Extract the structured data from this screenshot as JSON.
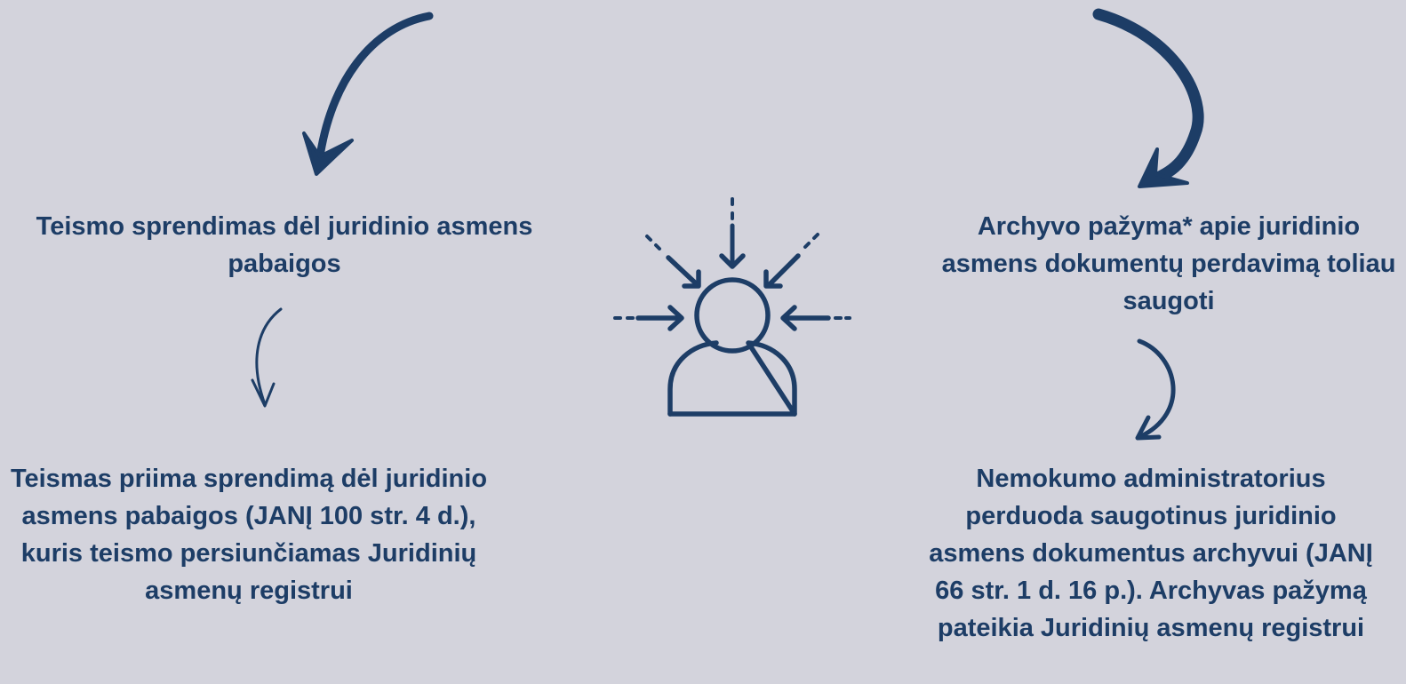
{
  "colors": {
    "background": "#d3d3dc",
    "primary": "#1d3d66"
  },
  "left": {
    "top_text": "Teismo sprendimas dėl juridinio asmens pabaigos",
    "bottom_text": "Teismas priima sprendimą dėl juridinio asmens pabaigos (JANĮ 100 str. 4 d.), kuris teismo persiunčiamas Juridinių asmenų registrui"
  },
  "right": {
    "top_text": "Archyvo pažyma* apie juridinio asmens dokumentų perdavimą toliau saugoti",
    "bottom_text": "Nemokumo administratorius perduoda saugotinus juridinio asmens dokumentus archyvui (JANĮ 66 str. 1 d. 16 p.). Archyvas pažymą pateikia Juridinių asmenų registrui"
  },
  "center": {
    "icon": "person-focus-icon"
  }
}
